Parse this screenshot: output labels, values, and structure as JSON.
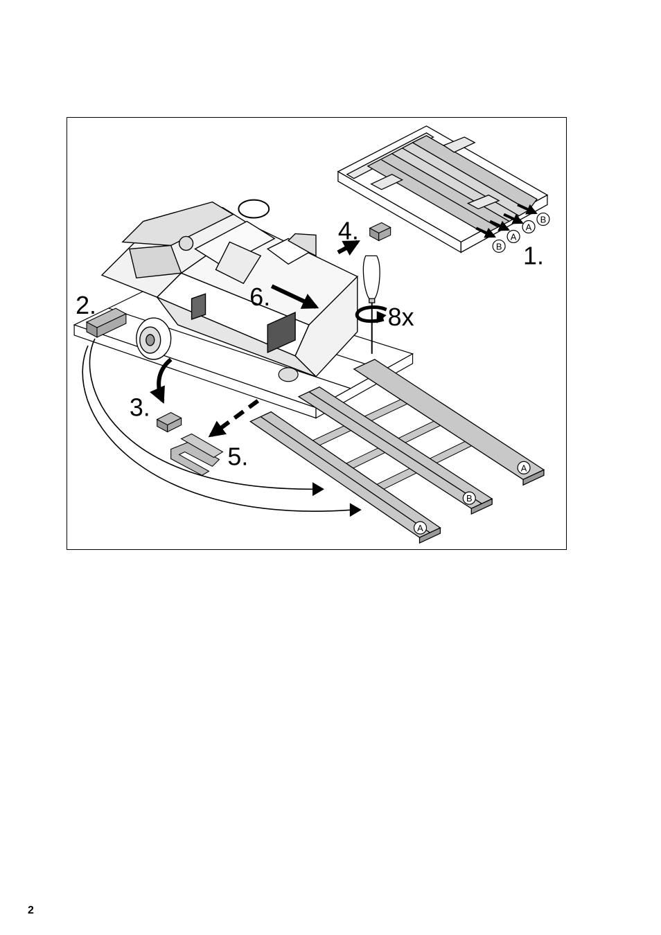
{
  "figure": {
    "steps": {
      "s1": "1.",
      "s2": "2.",
      "s3": "3.",
      "s4": "4.",
      "s5": "5.",
      "s6": "6.",
      "count": "8x"
    },
    "board_labels": {
      "ramp_left": "A",
      "ramp_middle": "B",
      "ramp_right": "A",
      "crate_b1": "B",
      "crate_a1": "A",
      "crate_a2": "A",
      "crate_b2": "B"
    },
    "colors": {
      "line": "#000000",
      "board_fill": "#c8c8c8",
      "block_fill": "#bdbdbd",
      "panel_fill": "#f2f2f2"
    }
  },
  "page": {
    "number": "2"
  }
}
